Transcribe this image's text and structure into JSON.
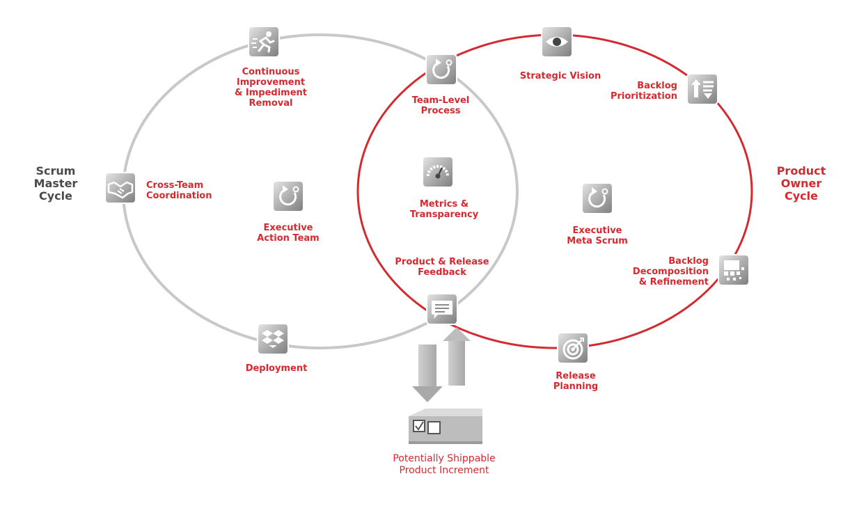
{
  "colors": {
    "red": "#d42a2f",
    "grey_ring": "#c8c8c8",
    "dark_text": "#4a4a4a",
    "tile_dark": "#8e8e8e",
    "tile_light": "#d9d9d9"
  },
  "cycles": {
    "scrum_master": "Scrum\nMaster\nCycle",
    "product_owner": "Product\nOwner\nCycle"
  },
  "nodes": {
    "continuous_improvement": {
      "label": "Continuous\nImprovement\n& Impediment\nRemoval",
      "icon": "running-person-icon"
    },
    "cross_team": {
      "label": "Cross-Team\nCoordination",
      "icon": "handshake-icon"
    },
    "executive_action": {
      "label": "Executive\nAction Team",
      "icon": "cycle-icon"
    },
    "deployment": {
      "label": "Deployment",
      "icon": "dropbox-icon"
    },
    "team_level": {
      "label": "Team-Level\nProcess",
      "icon": "cycle-icon"
    },
    "metrics": {
      "label": "Metrics &\nTransparency",
      "icon": "gauge-icon"
    },
    "feedback": {
      "label": "Product & Release\nFeedback",
      "icon": "chat-icon"
    },
    "strategic_vision": {
      "label": "Strategic Vision",
      "icon": "eye-icon"
    },
    "backlog_prioritization": {
      "label": "Backlog\nPrioritization",
      "icon": "sort-icon"
    },
    "executive_meta": {
      "label": "Executive\nMeta Scrum",
      "icon": "cycle-icon"
    },
    "backlog_decomposition": {
      "label": "Backlog\nDecomposition\n& Refinement",
      "icon": "pixel-breakdown-icon"
    },
    "release_planning": {
      "label": "Release\nPlanning",
      "icon": "target-icon"
    }
  },
  "output": {
    "label": "Potentially Shippable\nProduct Increment",
    "icon": "box-checkbox-icon"
  }
}
